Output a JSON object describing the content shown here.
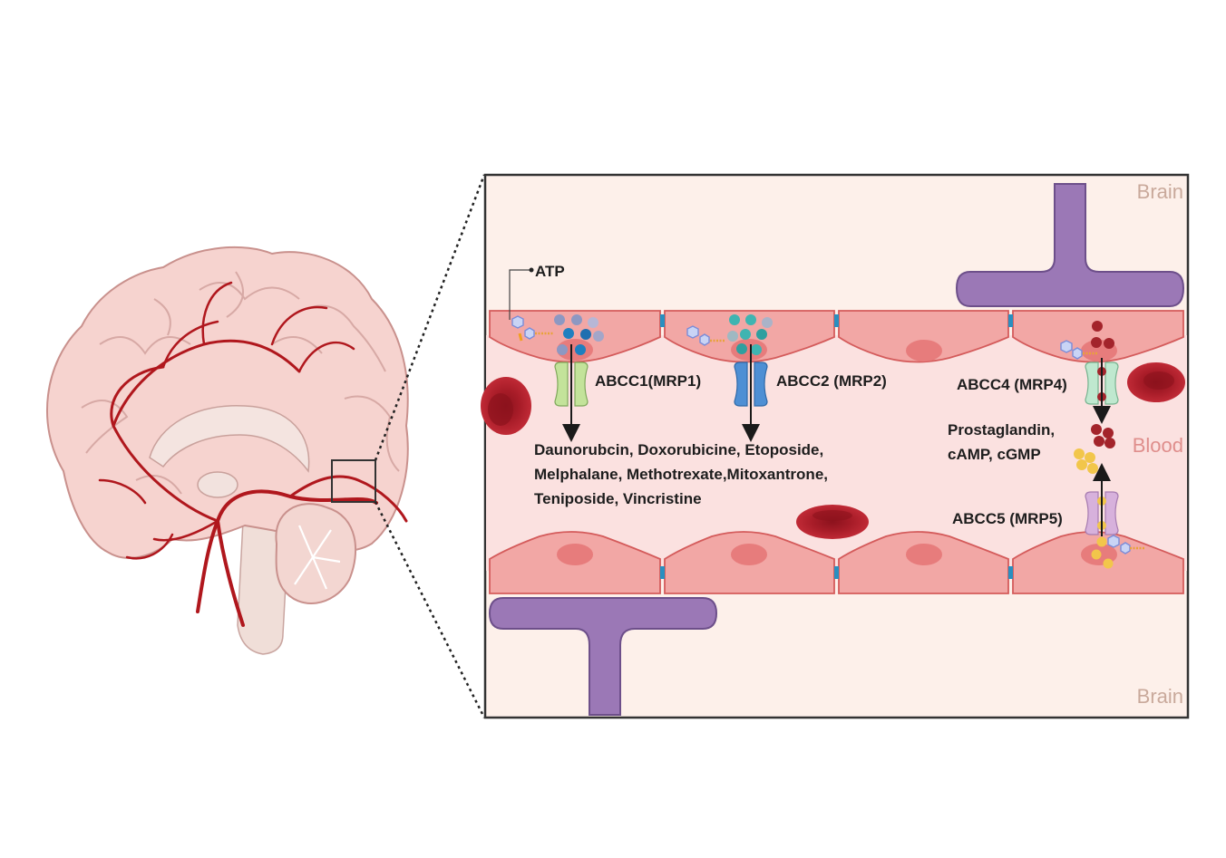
{
  "regions": {
    "brain_top": "Brain",
    "brain_bottom": "Brain",
    "blood": "Blood"
  },
  "labels": {
    "atp": "ATP",
    "abcc1": "ABCC1(MRP1)",
    "abcc2": "ABCC2 (MRP2)",
    "abcc4": "ABCC4 (MRP4)",
    "abcc5": "ABCC5 (MRP5)"
  },
  "substrates": {
    "drugs_line1": "Daunorubcin, Doxorubicine, Etoposide,",
    "drugs_line2": "Melphalane, Methotrexate,Mitoxantrone,",
    "drugs_line3": "Teniposide, Vincristine",
    "signals_line1": "Prostaglandin,",
    "signals_line2": "cAMP, cGMP"
  },
  "colors": {
    "frame_bg": "#fdf0ea",
    "blood_bg": "#fbe1e0",
    "endothelial_cell": "#f2a7a5",
    "nucleus": "#e77c7c",
    "tight_junction": "#2a8fc0",
    "astrocyte": "#9b78b6",
    "red_blood_cell": "#b3232f",
    "abcc1_transporter": "#c3e39a",
    "abcc2_transporter": "#4e8fd4",
    "abcc4_transporter": "#bfe8cf",
    "abcc5_transporter": "#d7b1dc",
    "region_label": "#c9a99b",
    "blood_label": "#df8e8c"
  }
}
